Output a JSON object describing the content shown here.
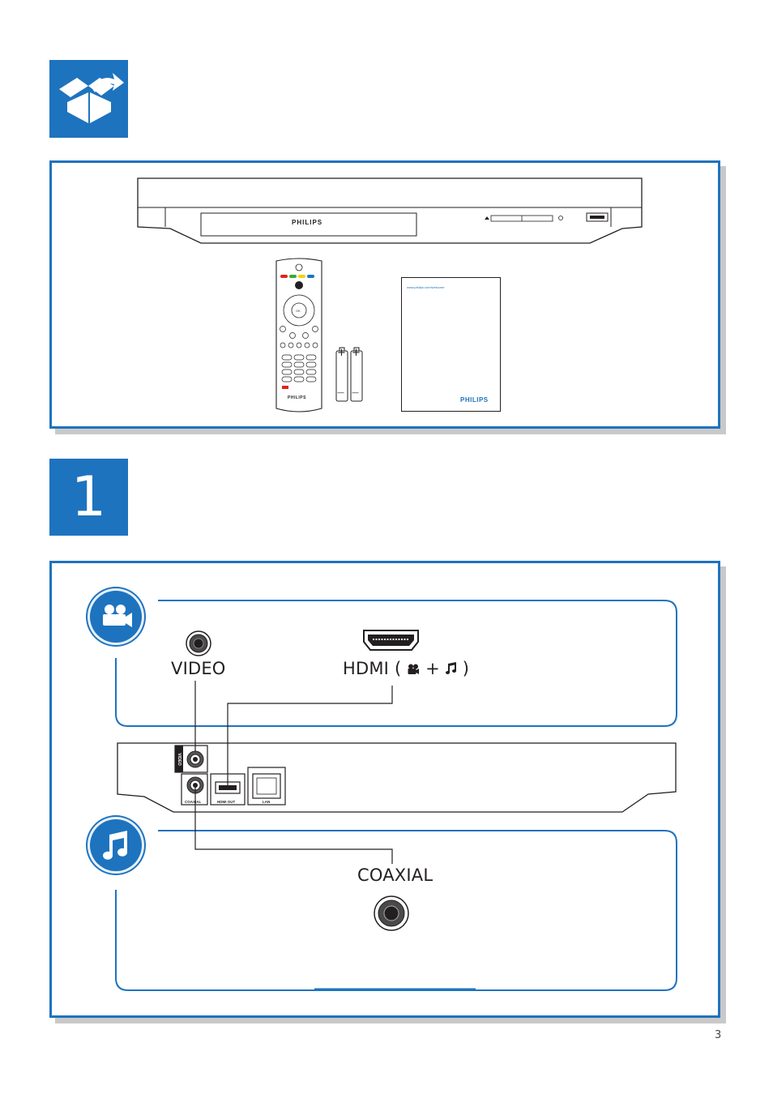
{
  "header": {
    "unbox_icon": "open-box-icon"
  },
  "box_contents": {
    "player_brand": "PHILIPS",
    "remote_brand": "PHILIPS",
    "remote_ok": "OK",
    "manual_brand": "PHILIPS",
    "manual_url": "www.philips.com/welcome",
    "battery_plus": "+",
    "battery_minus": "—"
  },
  "step": {
    "number": "1"
  },
  "connections": {
    "video_icon": "camera-icon",
    "audio_icon": "music-note-icon",
    "video_label": "VIDEO",
    "hdmi_label": "HDMI (",
    "hdmi_plus": "+",
    "hdmi_close": ")",
    "coaxial_label": "COAXIAL",
    "rear_video": "VIDEO",
    "rear_coaxial": "COAXIAL",
    "rear_hdmi": "HDMI OUT",
    "rear_lan": "LAN"
  },
  "footer": {
    "page_number": "3"
  },
  "colors": {
    "philips_blue": "#1e73be",
    "shadow": "#c9c9c9"
  }
}
